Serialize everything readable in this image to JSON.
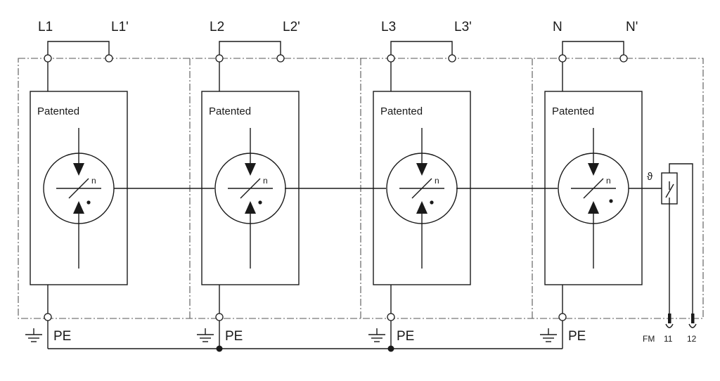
{
  "modules": [
    {
      "in_label": "L1",
      "out_label": "L1'",
      "patent_label": "Patented",
      "pe_label": "PE",
      "n_label": "n"
    },
    {
      "in_label": "L2",
      "out_label": "L2'",
      "patent_label": "Patented",
      "pe_label": "PE",
      "n_label": "n"
    },
    {
      "in_label": "L3",
      "out_label": "L3'",
      "patent_label": "Patented",
      "pe_label": "PE",
      "n_label": "n"
    },
    {
      "in_label": "N",
      "out_label": "N'",
      "patent_label": "Patented",
      "pe_label": "PE",
      "n_label": "n"
    }
  ],
  "remote_signal": {
    "thermal_symbol": "ϑ",
    "fm_label": "FM",
    "terminal_a": "11",
    "terminal_b": "12"
  }
}
